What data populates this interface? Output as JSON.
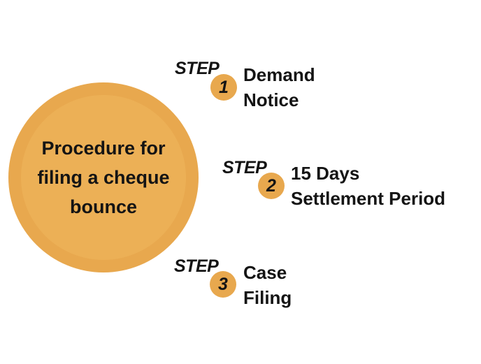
{
  "center": {
    "lines": [
      "Procedure for",
      "filing a cheque",
      "bounce"
    ]
  },
  "steps": [
    {
      "label": "STEP",
      "number": "1",
      "lines": [
        "Demand",
        "Notice"
      ]
    },
    {
      "label": "STEP",
      "number": "2",
      "lines": [
        "15 Days",
        "Settlement Period"
      ]
    },
    {
      "label": "STEP",
      "number": "3",
      "lines": [
        "Case",
        "Filing"
      ]
    }
  ],
  "colors": {
    "circle_outer": "#e8a84e",
    "circle_inner": "#ecb056",
    "text": "#141414",
    "background": "#ffffff"
  }
}
